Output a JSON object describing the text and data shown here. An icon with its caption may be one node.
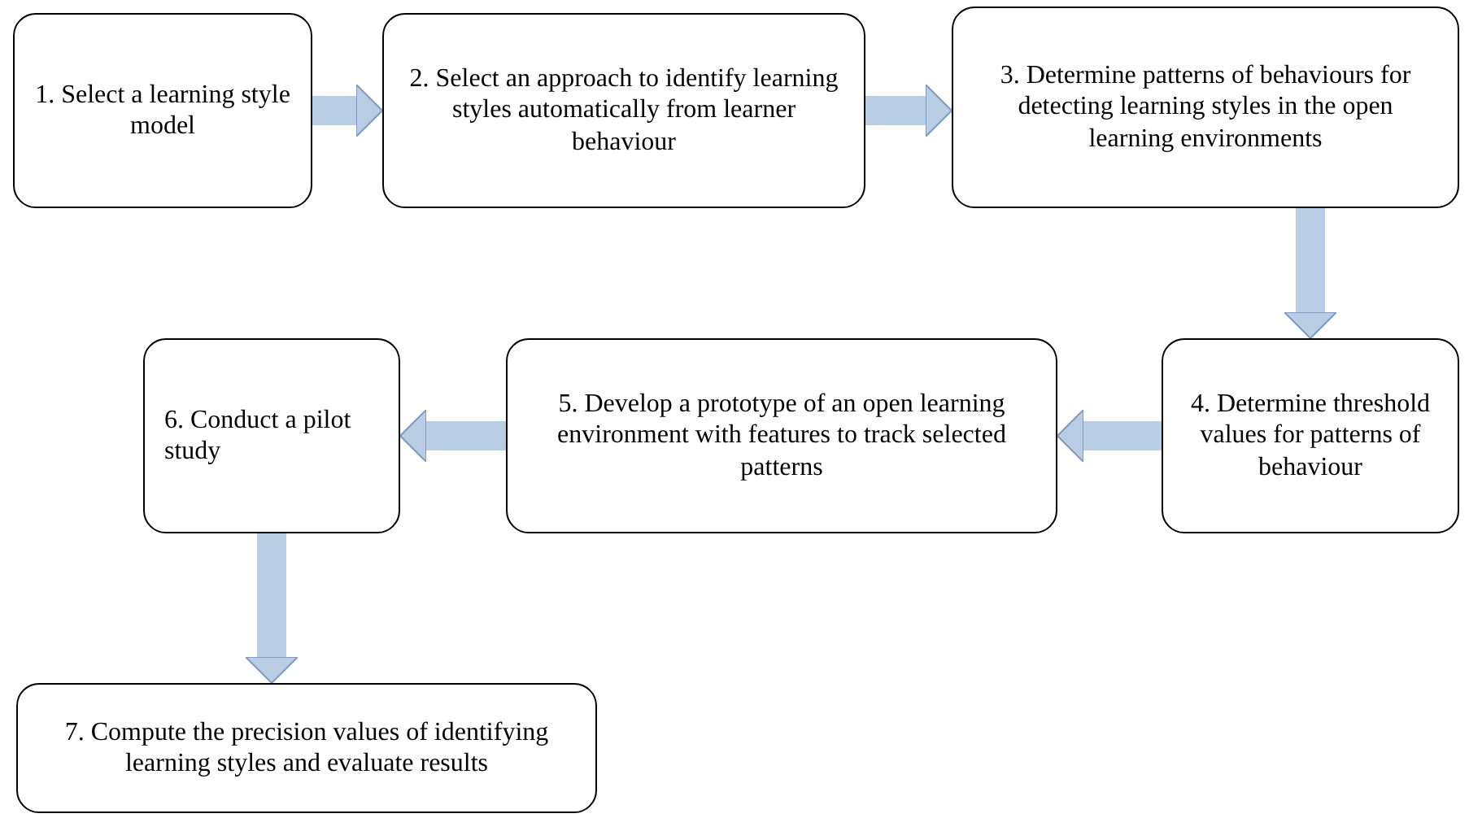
{
  "diagram": {
    "nodes": [
      {
        "text": [
          "1. Select a learning style model"
        ]
      },
      {
        "text": [
          "2. Select an approach to identify learning styles automatically from learner behaviour"
        ]
      },
      {
        "text": [
          "3. Determine patterns of behaviours for detecting learning styles in the open learning environments"
        ]
      },
      {
        "text": [
          "4. Determine threshold values for patterns of behaviour"
        ]
      },
      {
        "text": [
          "5. Develop a prototype of an open learning environment with features to track selected patterns"
        ]
      },
      {
        "text": [
          "6. Conduct a pilot study"
        ]
      },
      {
        "text": [
          "7. Compute the precision values of identifying learning styles and evaluate results"
        ]
      }
    ],
    "edges": [
      {
        "from": 0,
        "to": 1,
        "arrow": "to"
      },
      {
        "from": 1,
        "to": 2,
        "arrow": "to"
      },
      {
        "from": 2,
        "to": 3,
        "arrow": "to"
      },
      {
        "from": 3,
        "to": 4,
        "arrow": "to"
      },
      {
        "from": 4,
        "to": 5,
        "arrow": "to"
      },
      {
        "from": 5,
        "to": 6,
        "arrow": "to"
      }
    ]
  }
}
